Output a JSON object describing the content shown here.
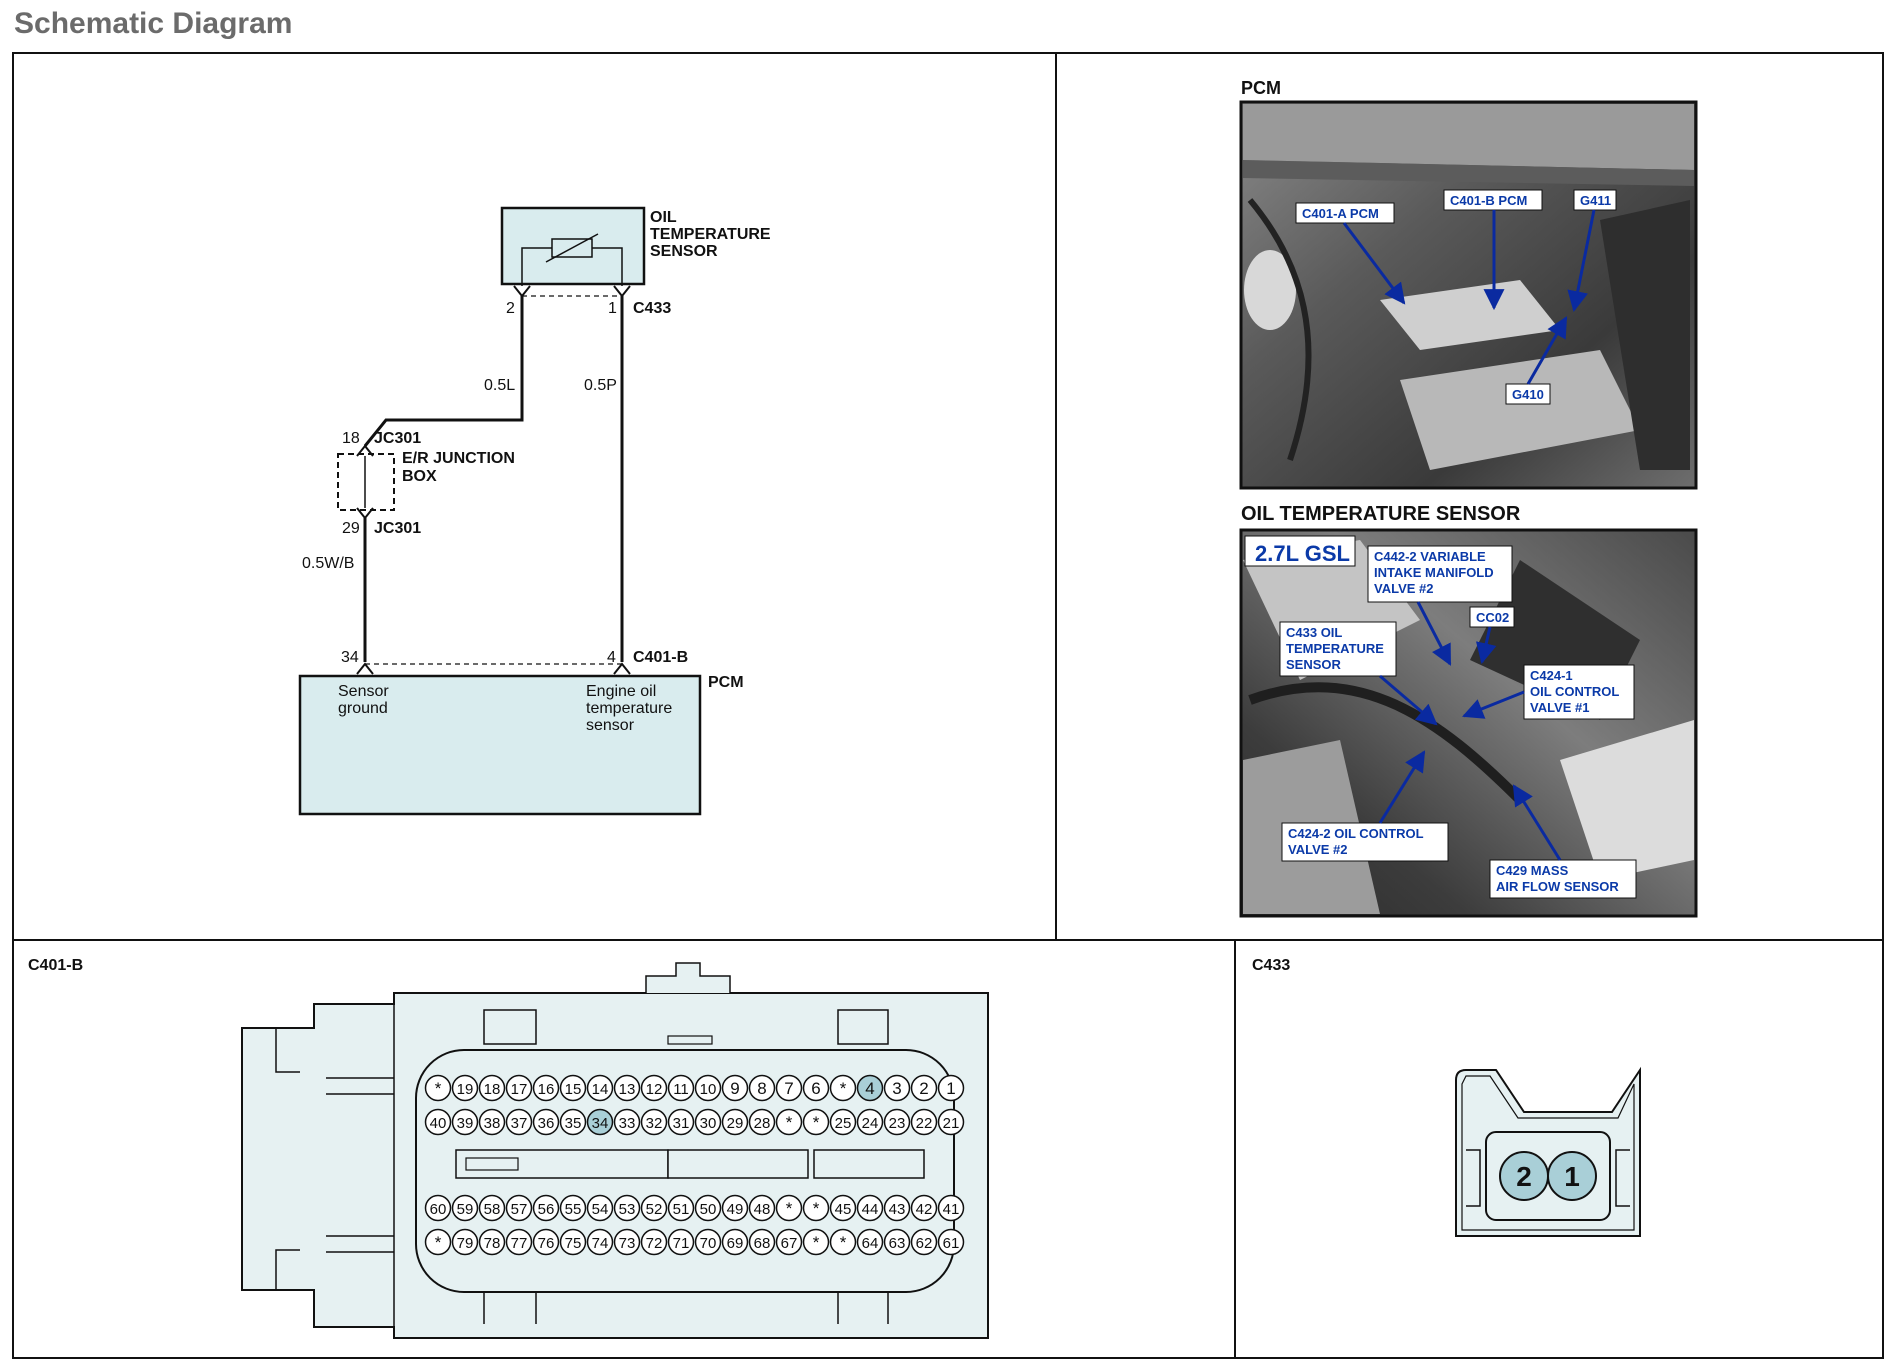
{
  "header": {
    "title": "Schematic Diagram"
  },
  "schematic": {
    "sensor_label": [
      "OIL",
      "TEMPERATURE",
      "SENSOR"
    ],
    "sensor_pin_left": "2",
    "sensor_pin_right": "1",
    "sensor_connector": "C433",
    "wire_left": "0.5L",
    "wire_right": "0.5P",
    "jb_top_pin": "18",
    "jb_top_connector": "JC301",
    "jb_label": [
      "E/R  JUNCTION",
      "BOX"
    ],
    "jb_bottom_pin": "29",
    "jb_bottom_connector": "JC301",
    "wire_ground": "0.5W/B",
    "pcm_pin_left": "34",
    "pcm_pin_right": "4",
    "pcm_connector": "C401-B",
    "pcm_label": "PCM",
    "pcm_term_left": [
      "Sensor",
      "ground"
    ],
    "pcm_term_right": [
      "Engine oil",
      "temperature",
      "sensor"
    ]
  },
  "photos": {
    "pcm_title": "PCM",
    "pcm_callouts": {
      "c401a": "C401-A PCM",
      "c401b": "C401-B PCM",
      "g411": "G411",
      "g410": "G410"
    },
    "sensor_title": "OIL TEMPERATURE SENSOR",
    "sensor_badge": "2.7L GSL",
    "sensor_callouts": {
      "c442": [
        "C442-2 VARIABLE",
        "INTAKE MANIFOLD",
        "VALVE #2"
      ],
      "cc02": "CC02",
      "c433": [
        "C433 OIL",
        "TEMPERATURE",
        "SENSOR"
      ],
      "c424_1": [
        "C424-1",
        "OIL CONTROL",
        "VALVE #1"
      ],
      "c424_2": [
        "C424-2 OIL CONTROL",
        "VALVE #2"
      ],
      "c429": [
        "C429 MASS",
        "AIR FLOW SENSOR"
      ]
    }
  },
  "c401b": {
    "title": "C401-B",
    "row1": [
      "*",
      "19",
      "18",
      "17",
      "16",
      "15",
      "14",
      "13",
      "12",
      "11",
      "10",
      "9",
      "8",
      "7",
      "6",
      "*",
      "4",
      "3",
      "2",
      "1"
    ],
    "row2": [
      "40",
      "39",
      "38",
      "37",
      "36",
      "35",
      "34",
      "33",
      "32",
      "31",
      "30",
      "29",
      "28",
      "*",
      "*",
      "25",
      "24",
      "23",
      "22",
      "21"
    ],
    "row3": [
      "60",
      "59",
      "58",
      "57",
      "56",
      "55",
      "54",
      "53",
      "52",
      "51",
      "50",
      "49",
      "48",
      "*",
      "*",
      "45",
      "44",
      "43",
      "42",
      "41"
    ],
    "row4": [
      "*",
      "79",
      "78",
      "77",
      "76",
      "75",
      "74",
      "73",
      "72",
      "71",
      "70",
      "69",
      "68",
      "67",
      "*",
      "*",
      "64",
      "63",
      "62",
      "61"
    ],
    "highlight": [
      "4",
      "34"
    ]
  },
  "c433": {
    "title": "C433",
    "pins": [
      "2",
      "1"
    ]
  },
  "colors": {
    "pcm_fill": "#d9ecee",
    "connector_fill": "#e6f1f2",
    "pin_highlight": "#a9cfd7",
    "callout": "#0b3aa8"
  }
}
